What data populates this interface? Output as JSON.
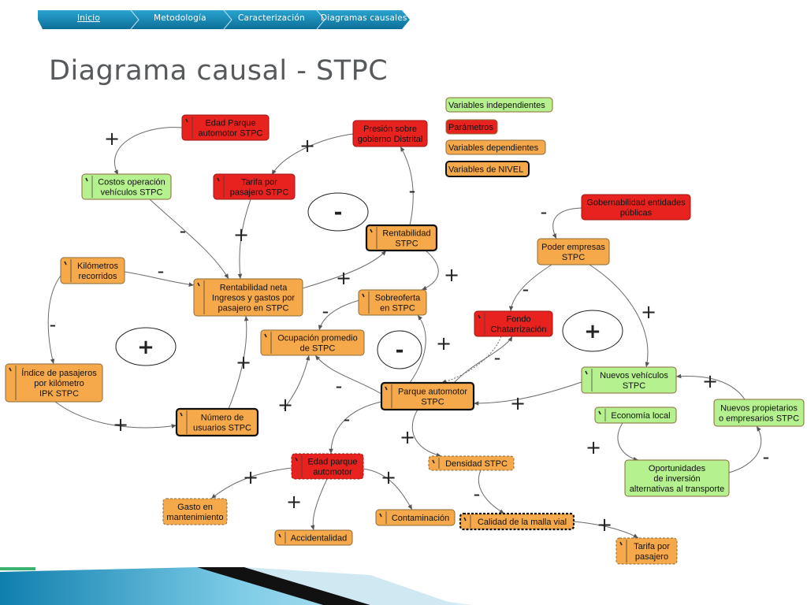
{
  "nav": {
    "items": [
      {
        "label": "Inicio",
        "active": true
      },
      {
        "label": "Metodología",
        "active": false
      },
      {
        "label": "Caracterización",
        "active": false
      },
      {
        "label": "Diagramas causales",
        "active": false
      }
    ]
  },
  "title": "Diagrama causal - STPC",
  "colors": {
    "independent": "#b6f18f",
    "parameter": "#e8231f",
    "dependent": "#f5a94a",
    "nav": "#1889b6"
  },
  "legend": [
    {
      "label": "Variables independientes",
      "type": "independent"
    },
    {
      "label": "Parámetros",
      "type": "parameter"
    },
    {
      "label": "Variables dependientes",
      "type": "dependent"
    },
    {
      "label": "Variables de NIVEL",
      "type": "level"
    }
  ],
  "nodes": [
    {
      "id": "edad-parque-stpc",
      "lines": [
        "Edad Parque",
        "automotor STPC"
      ],
      "type": "parameter",
      "marker": true
    },
    {
      "id": "presion-gobierno",
      "lines": [
        "Presión sobre",
        "gobierno Distrital"
      ],
      "type": "parameter",
      "marker": false
    },
    {
      "id": "costos-operacion",
      "lines": [
        "Costos operación",
        "vehículos STPC"
      ],
      "type": "independent",
      "marker": true
    },
    {
      "id": "tarifa-pasajero-stpc",
      "lines": [
        "Tarifa por",
        "pasajero STPC"
      ],
      "type": "parameter",
      "marker": true
    },
    {
      "id": "gobernabilidad",
      "lines": [
        "Gobernabilidad entidades",
        "públicas"
      ],
      "type": "parameter",
      "marker": false
    },
    {
      "id": "rentabilidad-stpc",
      "lines": [
        "Rentabilidad",
        "STPC"
      ],
      "type": "dependent",
      "marker": true,
      "level": true
    },
    {
      "id": "poder-empresas",
      "lines": [
        "Poder empresas",
        "STPC"
      ],
      "type": "dependent",
      "marker": false
    },
    {
      "id": "kilometros",
      "lines": [
        "Kilómetros",
        "recorridos"
      ],
      "type": "dependent",
      "marker": true
    },
    {
      "id": "rentabilidad-neta",
      "lines": [
        "Rentabilidad neta",
        "Ingresos y gastos por",
        "pasajero en STPC"
      ],
      "type": "dependent",
      "marker": true
    },
    {
      "id": "sobreoferta",
      "lines": [
        "Sobreoferta",
        "en STPC"
      ],
      "type": "dependent",
      "marker": true
    },
    {
      "id": "fondo-chatarrizacion",
      "lines": [
        "Fondo",
        "Chatarrización"
      ],
      "type": "parameter",
      "marker": true
    },
    {
      "id": "ocupacion-promedio",
      "lines": [
        "Ocupación promedio",
        "de STPC"
      ],
      "type": "dependent",
      "marker": true
    },
    {
      "id": "indice-pasajeros",
      "lines": [
        "Índice de pasajeros",
        "por kilómetro",
        "IPK STPC"
      ],
      "type": "dependent",
      "marker": true
    },
    {
      "id": "nuevos-vehiculos",
      "lines": [
        "Nuevos vehículos",
        "STPC"
      ],
      "type": "independent",
      "marker": true
    },
    {
      "id": "parque-automotor-stpc",
      "lines": [
        "Parque automotor",
        "STPC"
      ],
      "type": "dependent",
      "marker": true,
      "level": true
    },
    {
      "id": "numero-usuarios",
      "lines": [
        "Número de",
        "usuarios STPC"
      ],
      "type": "dependent",
      "marker": true,
      "level": true
    },
    {
      "id": "economia-local",
      "lines": [
        "Economía local"
      ],
      "type": "independent",
      "marker": true
    },
    {
      "id": "nuevos-propietarios",
      "lines": [
        "Nuevos propietarios",
        "o empresarios STPC"
      ],
      "type": "independent",
      "marker": false
    },
    {
      "id": "edad-parque",
      "lines": [
        "Edad parque",
        "automotor"
      ],
      "type": "parameter",
      "marker": true,
      "dashed": true
    },
    {
      "id": "densidad-stpc",
      "lines": [
        "Densidad STPC"
      ],
      "type": "dependent",
      "marker": true,
      "dashed": true
    },
    {
      "id": "gasto-mantenimiento",
      "lines": [
        "Gasto en",
        "mantenimiento"
      ],
      "type": "dependent",
      "marker": false,
      "dashed": true
    },
    {
      "id": "oportunidades-inversion",
      "lines": [
        "Oportunidades",
        "de inversión",
        "alternativas al transporte"
      ],
      "type": "independent",
      "marker": false
    },
    {
      "id": "contaminacion",
      "lines": [
        "Contaminación"
      ],
      "type": "dependent",
      "marker": true
    },
    {
      "id": "calidad-malla-vial",
      "lines": [
        "Calidad de la malla vial"
      ],
      "type": "dependent",
      "marker": true,
      "dashed": true,
      "level": true
    },
    {
      "id": "accidentalidad",
      "lines": [
        "Accidentalidad"
      ],
      "type": "dependent",
      "marker": true
    },
    {
      "id": "tarifa-pasajero",
      "lines": [
        "Tarifa por",
        "pasajero"
      ],
      "type": "dependent",
      "marker": true,
      "dashed": true
    }
  ],
  "signs": [
    "+",
    "-"
  ],
  "loops": [
    "-",
    "+",
    "-",
    "+"
  ]
}
